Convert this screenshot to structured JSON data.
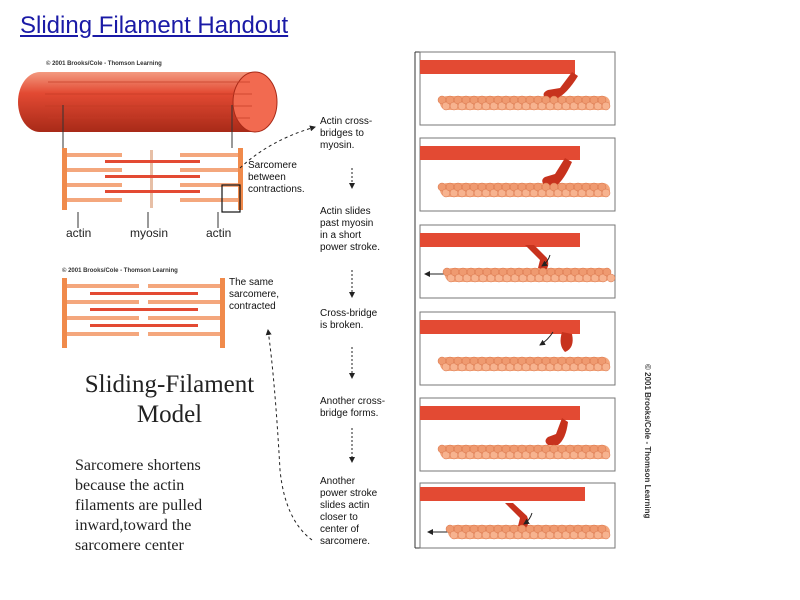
{
  "page": {
    "title": "Sliding Filament Handout"
  },
  "copyright": {
    "top_image": "© 2001 Brooks/Cole - Thomson Learning",
    "bottom_image": "© 2001 Brooks/Cole - Thomson Learning",
    "vertical": "© 2001 Brooks/Cole - Thomson Learning"
  },
  "labels": {
    "actin_left": "actin",
    "myosin": "myosin",
    "actin_right": "actin"
  },
  "model": {
    "heading_line1": "Sliding-Filament",
    "heading_line2": "Model",
    "body": [
      "Sarcomere shortens",
      "because the actin",
      "filaments are pulled",
      "inward,toward the",
      "sarcomere center"
    ]
  },
  "captions": {
    "sarcomere_relaxed": [
      "Sarcomere",
      "between",
      "contractions."
    ],
    "sarcomere_contracted": [
      "The same",
      "sarcomere,",
      "contracted"
    ]
  },
  "steps": [
    {
      "lines": [
        "Actin cross-",
        "bridges to",
        "myosin."
      ]
    },
    {
      "lines": [
        "Actin slides",
        "past myosin",
        "in a short",
        "power stroke."
      ]
    },
    {
      "lines": [
        "Cross-bridge",
        "is broken."
      ]
    },
    {
      "lines": [
        "Another cross-",
        "bridge forms."
      ]
    },
    {
      "lines": [
        "Another",
        "power stroke",
        "slides actin",
        "closer to",
        "center of",
        "sarcomere."
      ]
    }
  ],
  "colors": {
    "muscle": "#e34a33",
    "muscle_dark": "#b8321e",
    "muscle_light": "#f7a48a",
    "filament": "#f08a4b",
    "actin_bead": "#f4a77d",
    "title_blue": "#1a1aa6"
  }
}
